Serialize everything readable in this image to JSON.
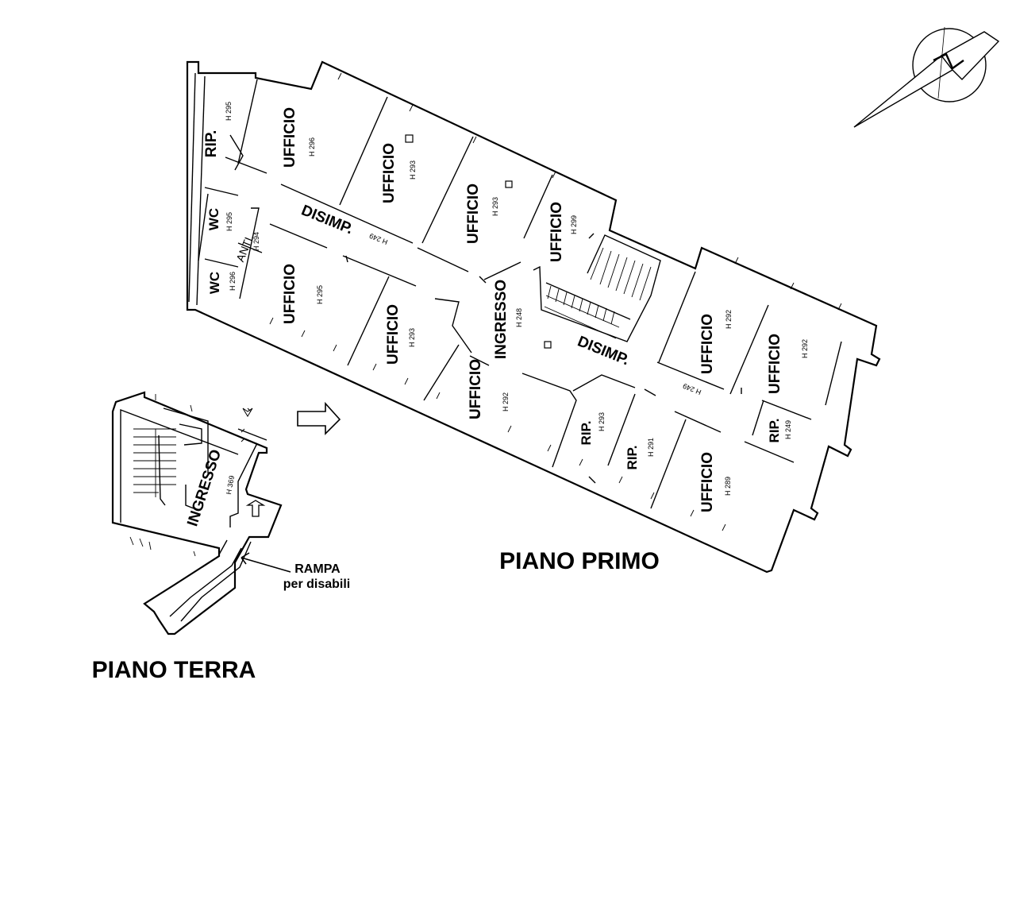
{
  "floors": {
    "primo": {
      "title": "PIANO PRIMO",
      "rooms": [
        {
          "id": "rip-nw",
          "label": "RIP.",
          "height": "H 295"
        },
        {
          "id": "uff-1",
          "label": "UFFICIO",
          "height": "H 296"
        },
        {
          "id": "uff-2",
          "label": "UFFICIO",
          "height": "H 293"
        },
        {
          "id": "uff-3",
          "label": "UFFICIO",
          "height": "H 293"
        },
        {
          "id": "uff-4",
          "label": "UFFICIO",
          "height": "H 299"
        },
        {
          "id": "wc-1",
          "label": "WC",
          "height": "H 295"
        },
        {
          "id": "anti",
          "label": "ANTI.",
          "height": "H 294"
        },
        {
          "id": "disimp-1",
          "label": "DISIMP.",
          "height": "H 249"
        },
        {
          "id": "wc-2",
          "label": "WC",
          "height": "H 296"
        },
        {
          "id": "uff-5",
          "label": "UFFICIO",
          "height": "H 295"
        },
        {
          "id": "uff-6",
          "label": "UFFICIO",
          "height": "H 293"
        },
        {
          "id": "ingresso-1",
          "label": "INGRESSO",
          "height": "H 248"
        },
        {
          "id": "uff-7",
          "label": "UFFICIO",
          "height": "H 292"
        },
        {
          "id": "disimp-2",
          "label": "DISIMP.",
          "height": "H 249"
        },
        {
          "id": "uff-8",
          "label": "UFFICIO",
          "height": "H 292"
        },
        {
          "id": "uff-9",
          "label": "UFFICIO",
          "height": "H 292"
        },
        {
          "id": "rip-1",
          "label": "RIP.",
          "height": "H 293"
        },
        {
          "id": "rip-2",
          "label": "RIP.",
          "height": "H 291"
        },
        {
          "id": "uff-10",
          "label": "UFFICIO",
          "height": "H 289"
        },
        {
          "id": "rip-3",
          "label": "RIP.",
          "height": "H 249"
        }
      ]
    },
    "terra": {
      "title": "PIANO TERRA",
      "rooms": [
        {
          "id": "ingresso-pt",
          "label": "INGRESSO",
          "height": "H 369"
        }
      ],
      "ramp_label": [
        "RAMPA",
        "per disabili"
      ]
    }
  },
  "icons": [
    "north-arrow-icon",
    "direction-arrow-icon",
    "stair-icon"
  ]
}
